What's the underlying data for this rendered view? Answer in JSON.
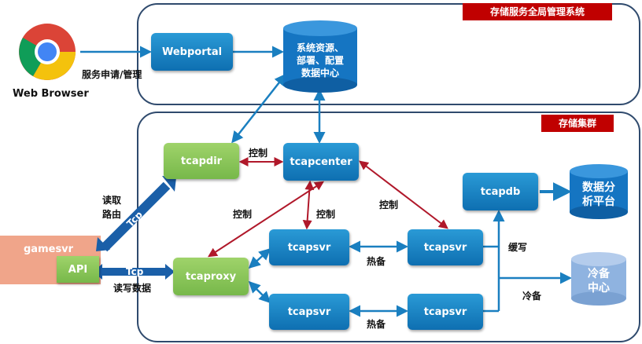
{
  "regions": {
    "top_title": "存储服务全局管理系统",
    "bottom_title": "存储集群"
  },
  "browser": {
    "label": "Web Browser",
    "arrow_label": "服务申请/管理"
  },
  "nodes": {
    "webportal": "Webportal",
    "tcapdir": "tcapdir",
    "tcapcenter": "tcapcenter",
    "tcapdb": "tcapdb",
    "tcapsvr_1": "tcapsvr",
    "tcapsvr_2": "tcapsvr",
    "tcapsvr_3": "tcapsvr",
    "tcapsvr_4": "tcapsvr",
    "tcaproxy": "tcaproxy",
    "gamesvr": "gamesvr",
    "api": "API"
  },
  "databases": {
    "config_center": [
      "系统资源、",
      "部署、配置",
      "数据中心"
    ],
    "analysis": [
      "数据分",
      "析平台"
    ],
    "cold_backup": [
      "冷备",
      "中心"
    ]
  },
  "labels": {
    "control_1": "控制",
    "control_2": "控制",
    "control_3": "控制",
    "control_4": "控制",
    "read_route_1": "读取",
    "read_route_2": "路由",
    "tcp_1": "Tcp",
    "tcp_2": "Tcp",
    "read_write": "读写数据",
    "hot_backup_1": "热备",
    "hot_backup_2": "热备",
    "slow_write": "缓写",
    "cold_backup": "冷备"
  },
  "colors": {
    "region_border": "#2f4a6d",
    "title_bg": "#c00000",
    "node_blue": "#1a86c8",
    "node_green": "#8cc85a",
    "arrow_blue": "#1a7fc0",
    "arrow_red": "#b0182a",
    "gamesvr_bg": "#f0a58a"
  }
}
